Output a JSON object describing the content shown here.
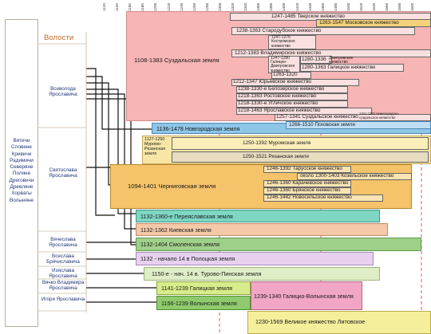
{
  "ticks": [
    "1120",
    "1140",
    "1160",
    "1180",
    "1200",
    "1220",
    "1240",
    "1260",
    "1280",
    "1300",
    "1320",
    "1340",
    "1360",
    "1380",
    "1400",
    "1420",
    "1440",
    "1460",
    "1480",
    "1500",
    "1520",
    "1540",
    "1560",
    "1580",
    "1600"
  ],
  "volosti_header": "Волости",
  "tribes": "Вятичи\nСловене\nКривичи\nРадимичи\nСеверяне\nПоляне\nДреговичи\nДревляне\nХорваты\nВолыняне",
  "volosti": [
    {
      "label": "Всеволода\nЯрославича"
    },
    {
      "label": "Святослава\nЯрославича"
    },
    {
      "label": "Вячеслава\nЯрославича"
    },
    {
      "label": "Всеслава\nБрячиславича"
    },
    {
      "label": "Изяслава\nЯрославича"
    },
    {
      "label": "Вячко\nВладимира\nЯрославича"
    },
    {
      "label": "Игоря\nЯрославича"
    }
  ],
  "lands": {
    "suzdal": "1108-1383  Суздальская земля",
    "tver": "1247-1485   Тверское княжество",
    "moscow": "1263-1547   Московское княжество",
    "starodub": "1238-1363   Стародубское княжество",
    "kostroma_d": "1247-1276\nКостромское\nкняжество",
    "vladimir": "1212-1383  Владимирское княжество",
    "galich_d": "1247-1280\nГалицко-\nДмитровское\nкняжество",
    "dmitrov": "1280-1336",
    "dmitrov_name": "Дмитровское\nкняжество",
    "galich": "1280-1363   Галицкое княжество",
    "p1320": "1263-1320",
    "yuryev": "1212-1347  Юрьевское княжество",
    "beloz": "1238-1330-е   Белозерское княжество",
    "rostov": "1218-1363  Ростовское княжество",
    "uglich": "1218-1330-е  Угличское княжество",
    "yaroslavl": "1218-1463  Ярославское княжество",
    "suzd_nn": "1257-1341  Суздальское княжество",
    "suzd_nn2": "1341-1392  Нижегородско-\nсуздальское княжество",
    "pskov": "1266-1510   Псковская земля",
    "novgorod": "1136-1478   Новгородская земля",
    "murom_ryazan_label": "1127-1250\nМуромо-\nРязанская\nземля",
    "murom": "1250-1392  Муромская земля",
    "ryazan": "1250-1521  Рязанская земля",
    "chernigov": "1094-1401    Черниговская земля",
    "tarusa": "1246-1392  Тарусское княжество",
    "kozelsk": "около 1300-1403  Козельское княжество",
    "karachev": "1246-1360  Карачевское княжество",
    "bryansk": "1246-1360  Брянское княжество",
    "novosil": "1246-1442  Новосильское княжество",
    "pereyaslavl": "1132-1360-е   Переяславская земля",
    "kiev": "1132-1362   Киевская земля",
    "smolensk": "1132-1404   Смоленская земля",
    "polotsk": "1132 - начало 14 в   Полоцкая земля",
    "turov": "1150-е - нач. 14 в.   Турово-Пинская земля",
    "galicia": "1141-1239   Галицкая земля",
    "volyn": "1156-1239   Волынская земля",
    "galvol": "1239-1340 Галицко-Волынская земля",
    "lithuania": "1230-1569   Великое княжество Литовское"
  },
  "colors": {
    "suzdal": "#f7b5b5",
    "moscow": "#f4d27a",
    "pskov": "#8ec6e8",
    "chernigov": "#f5c36a",
    "murom": "#f7e6a6",
    "ryazan": "#e8dcc0",
    "pereyaslavl": "#7ed6c3",
    "kiev": "#f3c9a8",
    "smolensk": "#9fd08a",
    "polotsk": "#e7d1ef",
    "turov": "#dfeec6",
    "galicia": "#d7ec8a",
    "volyn": "#8fcb6c",
    "galvol": "#f1a6c6",
    "lithuania": "#f5ee9b"
  }
}
